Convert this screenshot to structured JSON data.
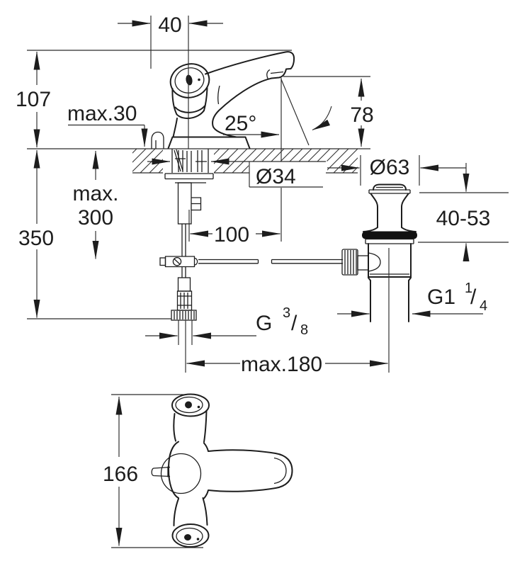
{
  "drawing": {
    "kind": "technical dimension drawing",
    "subject": "single-lever basin mixer with pop-up waste, side elevation and plan view",
    "background": "#ffffff",
    "ink": "#1d1d1d",
    "gasket_color": "#111111"
  },
  "labels": {
    "handle_width": "40",
    "height_above_deck": "107",
    "max_deck_thickness": "max.30",
    "spout_angle": "25°",
    "outlet_height": "78",
    "mounting_hole_diameter": "Ø34",
    "spout_reach": "100",
    "waste_plug_diameter": "Ø63",
    "max_rod_depth_word": "max.",
    "max_rod_depth_value": "300",
    "below_deck_height": "350",
    "waste_adjust_range": "40-53",
    "max_waste_offset": "max.180",
    "plan_view_length": "166",
    "supply_thread_base": "G",
    "supply_thread_numerator": "3",
    "supply_thread_denominator": "8",
    "waste_thread_base": "G1",
    "waste_thread_numerator": "1",
    "waste_thread_denominator": "4",
    "fraction_slash": "/"
  }
}
